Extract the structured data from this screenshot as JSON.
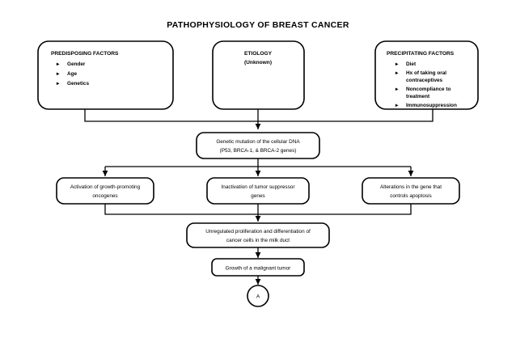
{
  "title": "PATHOPHYSIOLOGY OF BREAST CANCER",
  "colors": {
    "background": "#ffffff",
    "stroke": "#000000",
    "text": "#000000",
    "box_fill": "#ffffff"
  },
  "nodes": {
    "predisposing": {
      "heading": "PREDISPOSING FACTORS",
      "bullets": [
        "Gender",
        "Age",
        "Genetics"
      ]
    },
    "etiology": {
      "line1": "ETIOLOGY",
      "line2": "(Unknown)"
    },
    "precipitating": {
      "heading": "PRECIPITATING FACTORS",
      "bullets": [
        "Diet",
        "Hx of taking oral",
        "contraceptives",
        "Noncompliance to",
        "treatment",
        "Immunosuppression"
      ]
    },
    "mutation": {
      "line1": "Genetic mutation of the cellular DNA",
      "line2": "(P53, BRCA-1, & BRCA-2 genes)"
    },
    "oncogenes": {
      "line1": "Activation of growth-promoting",
      "line2": "oncogenes"
    },
    "suppressor": {
      "line1": "Inactivation of tumor suppressor",
      "line2": "genes"
    },
    "apoptosis": {
      "line1": "Alterations in the gene that",
      "line2": "controls apoptosis"
    },
    "proliferation": {
      "line1": "Unregulated proliferation and differentiation of",
      "line2": "cancer cells in the milk duct"
    },
    "tumor": {
      "line1": "Growth of a malignant tumor"
    },
    "connector_a": {
      "label": "A"
    }
  },
  "chart_data": {
    "type": "diagram",
    "title": "PATHOPHYSIOLOGY OF BREAST CANCER",
    "layout": "top-down flowchart",
    "levels": [
      {
        "level": 1,
        "nodes": [
          "PREDISPOSING FACTORS",
          "ETIOLOGY (Unknown)",
          "PRECIPITATING FACTORS"
        ]
      },
      {
        "level": 2,
        "nodes": [
          "Genetic mutation of the cellular DNA (P53, BRCA-1, & BRCA-2 genes)"
        ]
      },
      {
        "level": 3,
        "nodes": [
          "Activation of growth-promoting oncogenes",
          "Inactivation of tumor suppressor genes",
          "Alterations in the gene that controls apoptosis"
        ]
      },
      {
        "level": 4,
        "nodes": [
          "Unregulated proliferation and differentiation of cancer cells in the milk duct"
        ]
      },
      {
        "level": 5,
        "nodes": [
          "Growth of a malignant tumor"
        ]
      },
      {
        "level": 6,
        "nodes": [
          "A"
        ]
      }
    ],
    "edges": [
      {
        "from": "PREDISPOSING FACTORS",
        "to": "Genetic mutation of the cellular DNA"
      },
      {
        "from": "ETIOLOGY (Unknown)",
        "to": "Genetic mutation of the cellular DNA"
      },
      {
        "from": "PRECIPITATING FACTORS",
        "to": "Genetic mutation of the cellular DNA"
      },
      {
        "from": "Genetic mutation of the cellular DNA",
        "to": "Activation of growth-promoting oncogenes"
      },
      {
        "from": "Genetic mutation of the cellular DNA",
        "to": "Inactivation of tumor suppressor genes"
      },
      {
        "from": "Genetic mutation of the cellular DNA",
        "to": "Alterations in the gene that controls apoptosis"
      },
      {
        "from": "Activation of growth-promoting oncogenes",
        "to": "Unregulated proliferation and differentiation of cancer cells in the milk duct"
      },
      {
        "from": "Inactivation of tumor suppressor genes",
        "to": "Unregulated proliferation and differentiation of cancer cells in the milk duct"
      },
      {
        "from": "Alterations in the gene that controls apoptosis",
        "to": "Unregulated proliferation and differentiation of cancer cells in the milk duct"
      },
      {
        "from": "Unregulated proliferation and differentiation of cancer cells in the milk duct",
        "to": "Growth of a malignant tumor"
      },
      {
        "from": "Growth of a malignant tumor",
        "to": "A"
      }
    ]
  }
}
